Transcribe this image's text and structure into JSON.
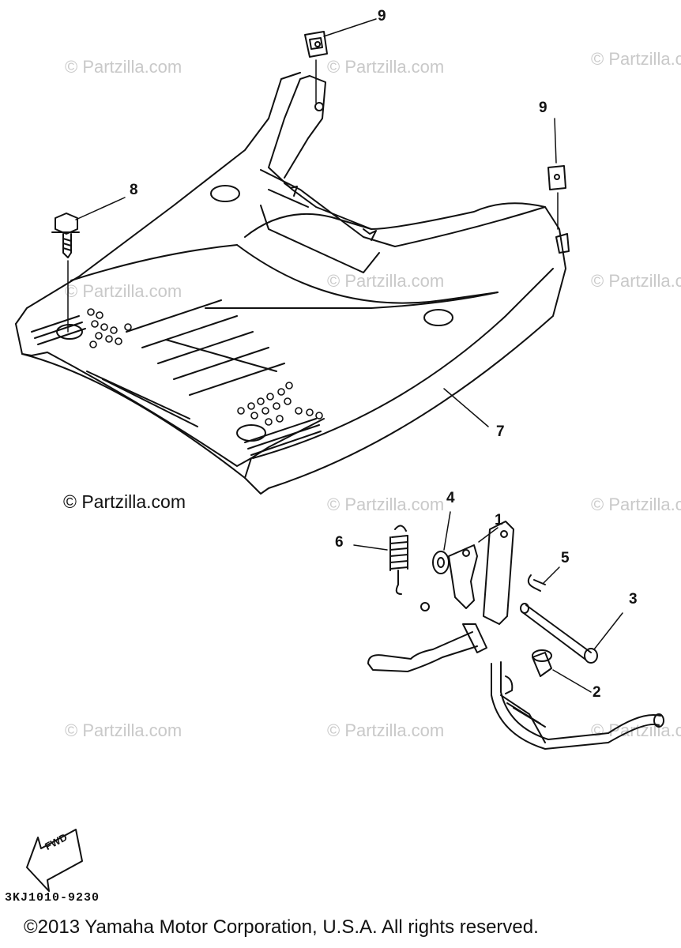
{
  "watermarks": {
    "text": "© Partzilla.com",
    "main": "© Partzilla.com"
  },
  "callouts": {
    "c1": "1",
    "c2": "2",
    "c3": "3",
    "c4": "4",
    "c5": "5",
    "c6": "6",
    "c7": "7",
    "c8": "8",
    "c9a": "9",
    "c9b": "9"
  },
  "fwd_label": "FWD",
  "part_number": "3KJ1010-9230",
  "copyright": "©2013 Yamaha Motor Corporation, U.S.A. All rights reserved.",
  "colors": {
    "ink": "#111111",
    "watermark": "#c9c9c9",
    "background": "#ffffff"
  }
}
